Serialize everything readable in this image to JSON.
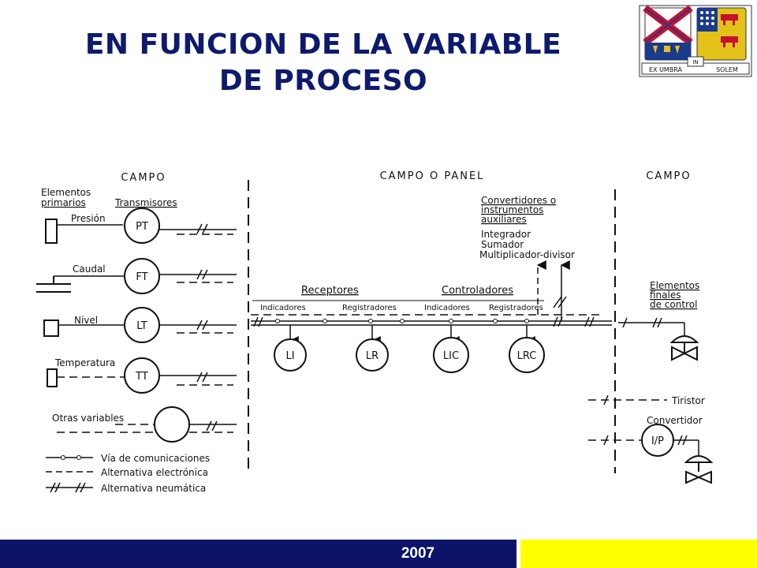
{
  "title": {
    "line1": "EN FUNCION DE LA VARIABLE",
    "line2": "DE PROCESO"
  },
  "crest": {
    "motto_left": "EX UMBRA",
    "motto_center": "IN",
    "motto_right": "SOLEM"
  },
  "footer": {
    "year": "2007"
  },
  "colors": {
    "title": "#0d1a6e",
    "footer_bar": "#0d1468",
    "footer_accent": "#ffff00",
    "crest_red": "#c8102e",
    "crest_blue": "#1a3a8c",
    "crest_gold": "#e3c21a"
  },
  "diagram": {
    "headers": {
      "left": "CAMPO",
      "center": "CAMPO O PANEL",
      "right": "CAMPO"
    },
    "primary_elements": "Elementos primarios",
    "transmitters": "Transmisores",
    "variables": [
      {
        "label": "Presión",
        "tag": "PT"
      },
      {
        "label": "Caudal",
        "tag": "FT"
      },
      {
        "label": "Nivel",
        "tag": "LT"
      },
      {
        "label": "Temperatura",
        "tag": "TT"
      },
      {
        "label": "Otras variables",
        "tag": ""
      }
    ],
    "receptors": {
      "title": "Receptores",
      "indicators": "Indicadores",
      "recorders": "Registradores"
    },
    "controllers": {
      "title": "Controladores",
      "indicators": "Indicadores",
      "recorders": "Registradores"
    },
    "instruments": [
      "LI",
      "LR",
      "LIC",
      "LRC"
    ],
    "converters": {
      "title_line1": "Convertidores o",
      "title_line2": "instrumentos",
      "title_line3": "auxiliares",
      "items": [
        "Integrador",
        "Sumador",
        "Multiplicador-divisor"
      ]
    },
    "final_elements": {
      "line1": "Elementos",
      "line2": "finales",
      "line3": "de control"
    },
    "thyristor": "Tiristor",
    "converter": {
      "label": "Convertidor",
      "tag": "I/P"
    },
    "legend": [
      {
        "style": "communication",
        "label": "Vía de comunicaciones"
      },
      {
        "style": "electronic",
        "label": "Alternativa electrónica"
      },
      {
        "style": "pneumatic",
        "label": "Alternativa neumática"
      }
    ]
  }
}
